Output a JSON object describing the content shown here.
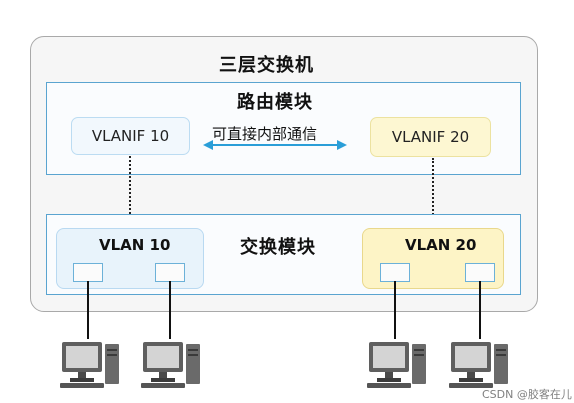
{
  "switch": {
    "title": "三层交换机"
  },
  "routing_module": {
    "title": "路由模块",
    "vlanif_left": "VLANIF 10",
    "vlanif_right": "VLANIF 20",
    "comm_label": "可直接内部通信"
  },
  "switching_module": {
    "title": "交换模块",
    "vlan_left": "VLAN 10",
    "vlan_right": "VLAN 20"
  },
  "watermark": "CSDN @胶客在儿",
  "colors": {
    "module_border": "#5aa4d0",
    "vlan10_fill": "#e8f3fb",
    "vlan20_fill": "#fdf4c6",
    "arrow": "#2a9ed8"
  },
  "icons": [
    "computer-icon",
    "computer-icon",
    "computer-icon",
    "computer-icon"
  ]
}
